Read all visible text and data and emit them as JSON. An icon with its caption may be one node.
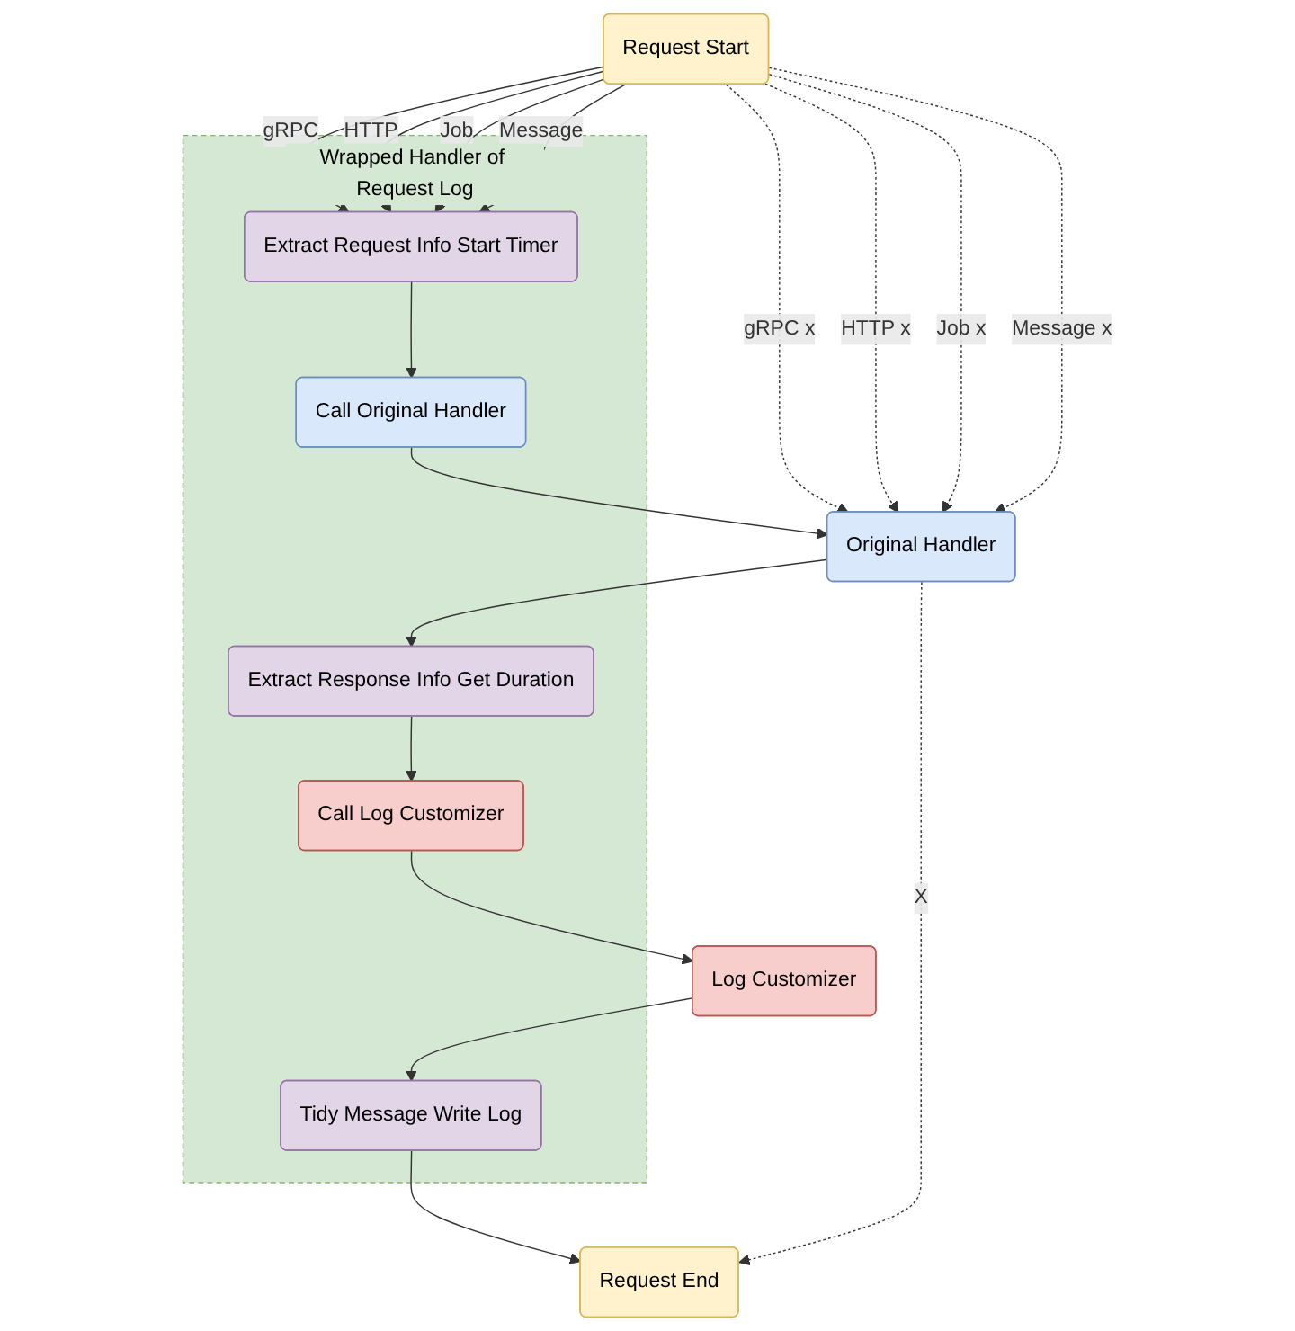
{
  "diagram": {
    "nodes": [
      {
        "text": [
          "Request Start"
        ]
      },
      {
        "text": [
          "Wrapped Handler of Request Log"
        ]
      },
      {
        "text": [
          "Extract Request Info Start Timer"
        ],
        "in": 1
      },
      {
        "text": [
          "Call Original Handler"
        ],
        "in": 1
      },
      {
        "text": [
          "Original Handler"
        ]
      },
      {
        "text": [
          "Extract Response Info Get Duration"
        ],
        "in": 1
      },
      {
        "text": [
          "Call Log Customizer"
        ],
        "in": 1
      },
      {
        "text": [
          "Log Customizer"
        ]
      },
      {
        "text": [
          "Tidy Message Write Log"
        ],
        "in": 1
      },
      {
        "text": [
          "Request End"
        ]
      }
    ],
    "edges": [
      {
        "from": 0,
        "to": 4,
        "arrow": "to",
        "label": "gRPC x",
        "style": "dashed"
      },
      {
        "from": 0,
        "to": 4,
        "arrow": "to",
        "label": "HTTP x",
        "style": "dashed"
      },
      {
        "from": 0,
        "to": 4,
        "arrow": "to",
        "label": "Job x",
        "style": "dashed"
      },
      {
        "from": 0,
        "to": 4,
        "arrow": "to",
        "label": "Message x",
        "style": "dashed"
      },
      {
        "from": 0,
        "to": 2,
        "arrow": "to",
        "label": "gRPC"
      },
      {
        "from": 0,
        "to": 2,
        "arrow": "to",
        "label": "HTTP"
      },
      {
        "from": 0,
        "to": 2,
        "arrow": "to",
        "label": "Job"
      },
      {
        "from": 0,
        "to": 2,
        "arrow": "to",
        "label": "Message"
      },
      {
        "from": 2,
        "to": 3,
        "arrow": "to"
      },
      {
        "from": 3,
        "to": 4,
        "arrow": "to"
      },
      {
        "from": 4,
        "to": 5,
        "arrow": "to"
      },
      {
        "from": 5,
        "to": 6,
        "arrow": "to"
      },
      {
        "from": 6,
        "to": 7,
        "arrow": "to"
      },
      {
        "from": 7,
        "to": 8,
        "arrow": "to"
      },
      {
        "from": 8,
        "to": 9,
        "arrow": "to"
      },
      {
        "from": 4,
        "to": 9,
        "arrow": "to",
        "label": "X",
        "style": "dashed"
      }
    ]
  }
}
